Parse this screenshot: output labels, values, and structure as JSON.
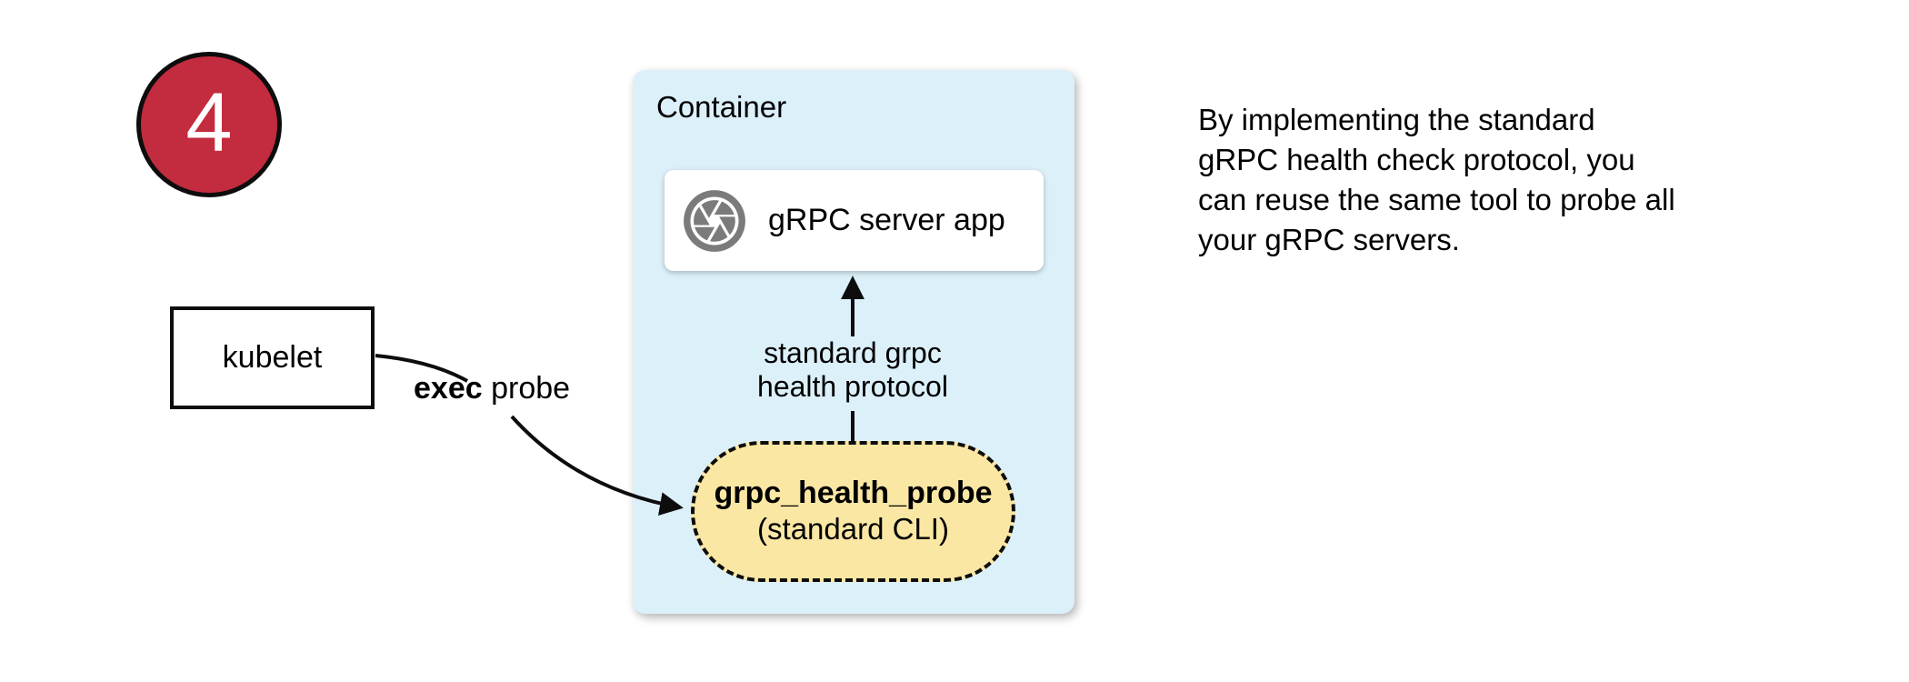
{
  "badge": {
    "number": "4"
  },
  "kubelet": {
    "label": "kubelet"
  },
  "container": {
    "label": "Container",
    "server_app": {
      "label": "gRPC server app"
    },
    "probe_tool": {
      "title": "grpc_health_probe",
      "subtitle": "(standard CLI)"
    }
  },
  "arrows": {
    "exec_probe": {
      "bold": "exec",
      "rest": " probe"
    },
    "health_protocol": {
      "line1": "standard grpc",
      "line2": "health protocol"
    }
  },
  "note": {
    "lines": [
      "By implementing the standard",
      "gRPC health check protocol, you",
      "can reuse the same tool to probe all",
      "your gRPC servers."
    ]
  },
  "colors": {
    "badge-red": "#C32B3E",
    "container-blue": "#DCF0FA",
    "probe-yellow": "#FBE7A4",
    "icon-gray": "#7B7B7B",
    "ink": "#000000"
  }
}
